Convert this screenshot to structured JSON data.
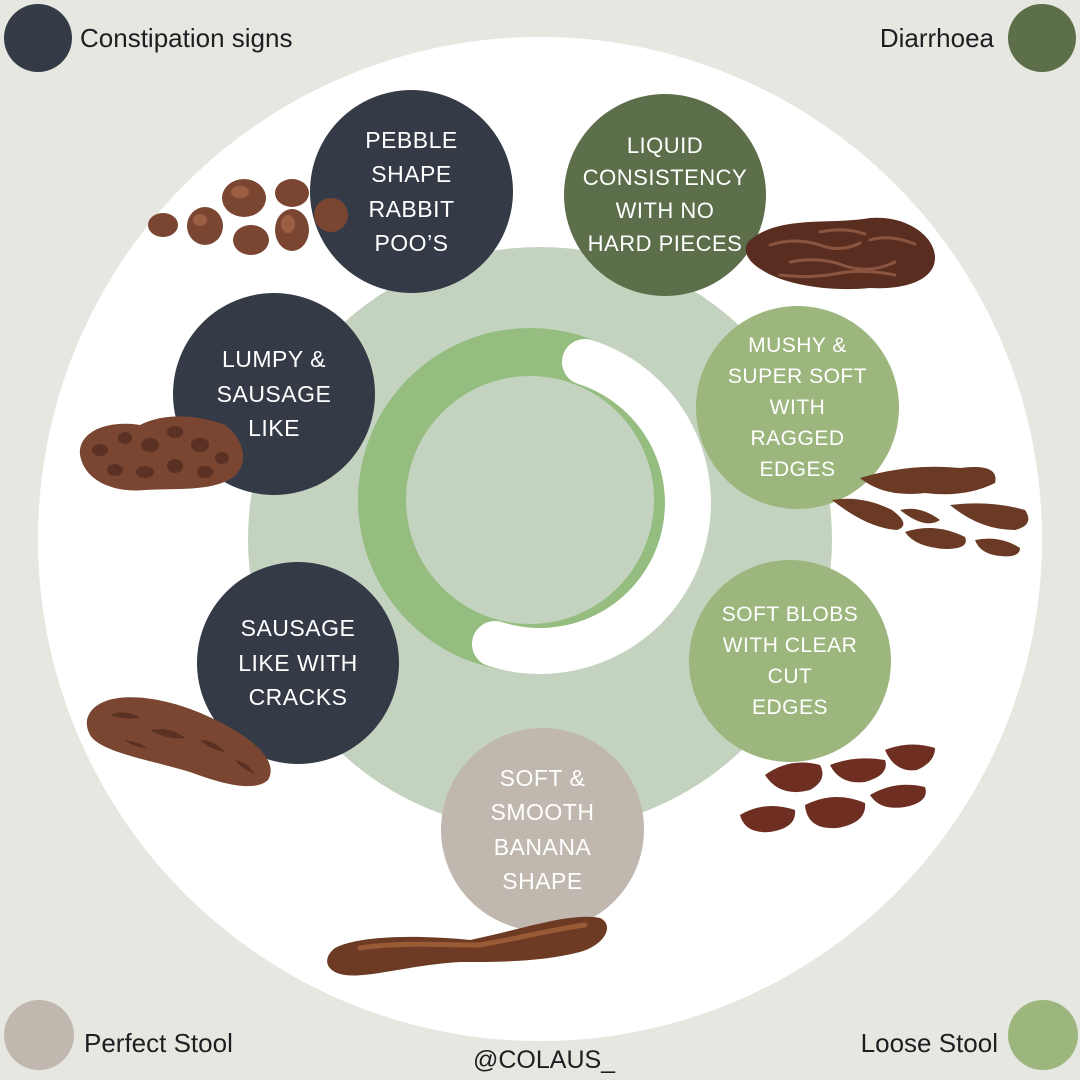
{
  "legend": {
    "constipation": {
      "label": "Constipation signs",
      "color": "#343b47"
    },
    "diarrhoea": {
      "label": "Diarrhoea",
      "color": "#5d6e4b"
    },
    "perfect": {
      "label": "Perfect Stool",
      "color": "#c0b8ae"
    },
    "loose": {
      "label": "Loose Stool",
      "color": "#9db67e"
    }
  },
  "types": [
    {
      "id": "pebble",
      "text": "PEBBLE\nSHAPE\nRABBIT\nPOO’S",
      "category": "constipation"
    },
    {
      "id": "lumpy",
      "text": "LUMPY &\nSAUSAGE\nLIKE",
      "category": "constipation"
    },
    {
      "id": "cracks",
      "text": "SAUSAGE\nLIKE WITH\nCRACKS",
      "category": "constipation"
    },
    {
      "id": "smooth",
      "text": "SOFT &\nSMOOTH\nBANANA\nSHAPE",
      "category": "perfect"
    },
    {
      "id": "blobs",
      "text": "SOFT BLOBS\nWITH CLEAR\nCUT\nEDGES",
      "category": "loose"
    },
    {
      "id": "mushy",
      "text": "MUSHY &\nSUPER SOFT\nWITH\nRAGGED\nEDGES",
      "category": "loose"
    },
    {
      "id": "liquid",
      "text": "LIQUID\nCONSISTENCY\nWITH NO\nHARD PIECES",
      "category": "diarrhoea"
    }
  ],
  "handle": "@COLAUS_",
  "colors": {
    "background": "#e7e7e1",
    "ring_white": "#ffffff",
    "inner_disc": "#c4d3bf",
    "arc_green": "#95bd80",
    "stool_brown": "#7a4631",
    "stool_dark": "#4e2a1d"
  }
}
